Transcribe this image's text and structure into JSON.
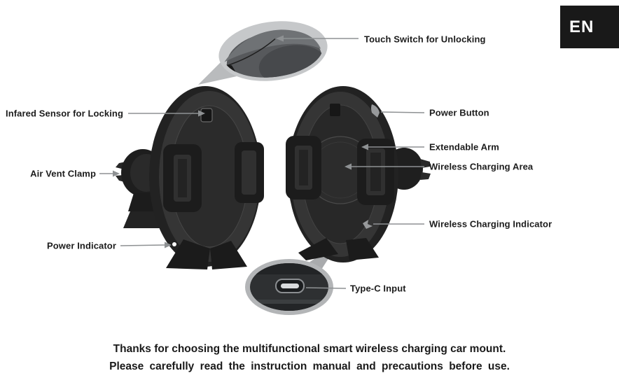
{
  "header": {
    "language_badge": "EN"
  },
  "diagram": {
    "callouts": [
      {
        "id": "touch-switch-for-unlocking",
        "label": "Touch Switch for Unlocking"
      },
      {
        "id": "infared-sensor-for-locking",
        "label": "Infared Sensor for Locking"
      },
      {
        "id": "air-vent-clamp",
        "label": "Air Vent Clamp"
      },
      {
        "id": "power-indicator",
        "label": "Power Indicator"
      },
      {
        "id": "power-button",
        "label": "Power Button"
      },
      {
        "id": "extendable-arm",
        "label": "Extendable Arm"
      },
      {
        "id": "wireless-charging-area",
        "label": "Wireless Charging Area"
      },
      {
        "id": "wireless-charging-indicator",
        "label": "Wireless Charging Indicator"
      },
      {
        "id": "type-c-input",
        "label": "Type-C Input"
      }
    ]
  },
  "footer": {
    "line1": "Thanks for choosing the multifunctional smart wireless charging car mount.",
    "line2": "Please carefully read the instruction manual and precautions before use."
  },
  "colors": {
    "device_body": "#2b2b2b",
    "magnifier_ring": "#c6c8ca",
    "leader_line": "#8e9193",
    "label_text": "#1c1c1c",
    "badge_background": "#191919",
    "badge_text": "#ffffff"
  }
}
